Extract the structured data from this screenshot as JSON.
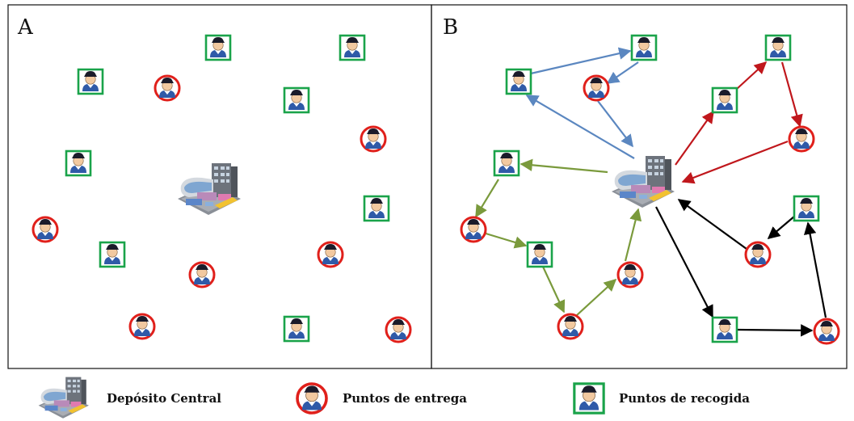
{
  "panels": [
    {
      "label": "A"
    },
    {
      "label": "B"
    }
  ],
  "legend": [
    {
      "label": "Depósito Central",
      "icon": "depot-building-icon"
    },
    {
      "label": "Puntos de entrega",
      "icon": "delivery-point-icon"
    },
    {
      "label": "Puntos de recogida",
      "icon": "pickup-point-icon"
    }
  ],
  "colors": {
    "delivery_ring": "#e0201b",
    "pickup_frame": "#1aa34a",
    "route_blue": "#5b87c0",
    "route_red": "#c0171c",
    "route_green": "#7a9a3c",
    "route_black": "#000000"
  }
}
